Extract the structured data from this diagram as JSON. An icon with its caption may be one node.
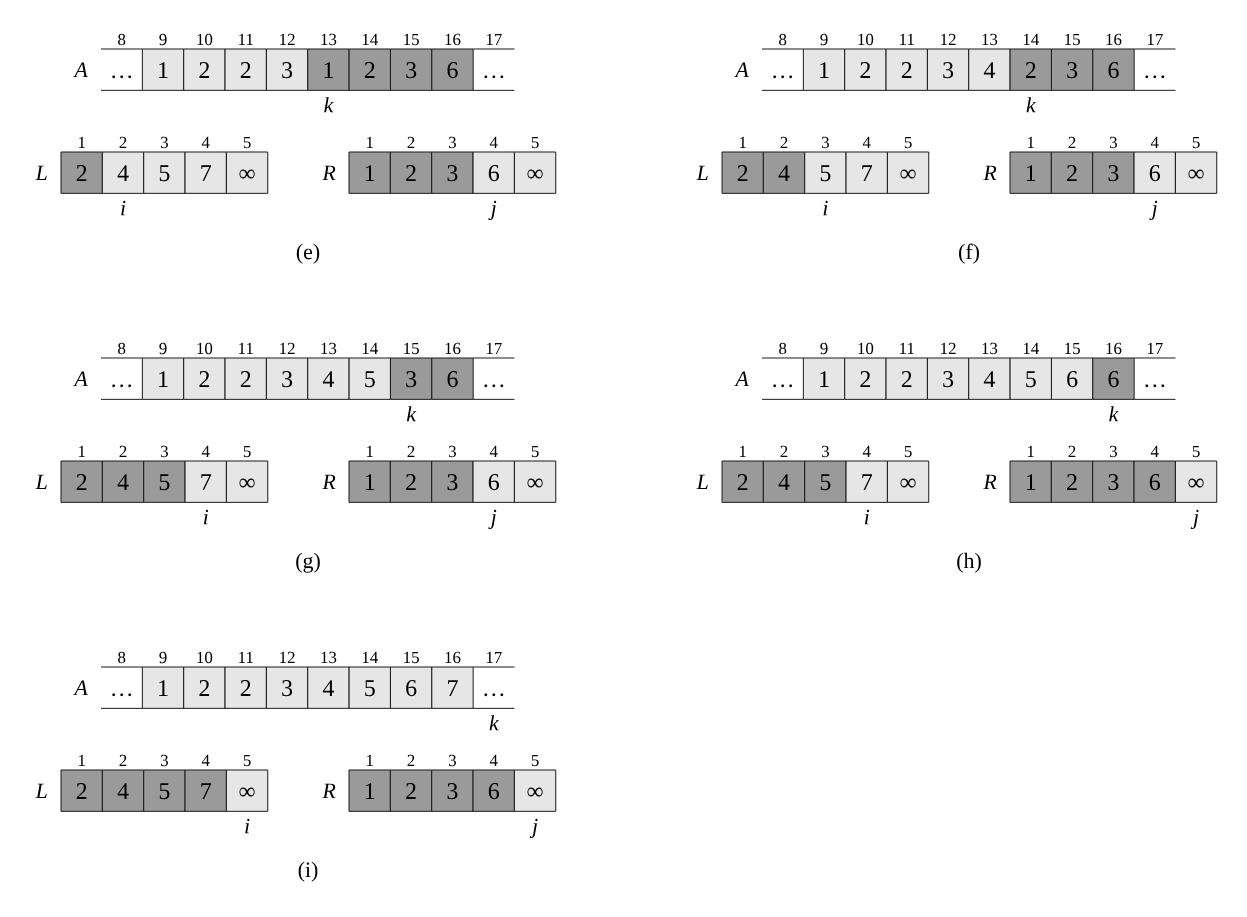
{
  "diagram": {
    "nodes": [
      {
        "text": [
          "…"
        ],
        "beside": [
          "8"
        ]
      },
      {
        "text": [
          "1"
        ],
        "beside": [
          "9"
        ]
      },
      {
        "text": [
          "2"
        ],
        "beside": [
          "10"
        ]
      },
      {
        "text": [
          "2"
        ],
        "beside": [
          "11"
        ]
      },
      {
        "text": [
          "3"
        ],
        "beside": [
          "12"
        ]
      },
      {
        "text": [
          "1"
        ],
        "beside": [
          "13",
          "k"
        ]
      },
      {
        "text": [
          "2"
        ],
        "beside": [
          "14"
        ]
      },
      {
        "text": [
          "3"
        ],
        "beside": [
          "15"
        ]
      },
      {
        "text": [
          "6"
        ],
        "beside": [
          "16"
        ]
      },
      {
        "text": [
          "…"
        ],
        "beside": [
          "17"
        ]
      },
      {
        "text": [
          "2"
        ],
        "beside": [
          "1"
        ]
      },
      {
        "text": [
          "4"
        ],
        "beside": [
          "2",
          "i"
        ]
      },
      {
        "text": [
          "5"
        ],
        "beside": [
          "3"
        ]
      },
      {
        "text": [
          "7"
        ],
        "beside": [
          "4"
        ]
      },
      {
        "text": [
          "∞"
        ],
        "beside": [
          "5"
        ]
      },
      {
        "text": [
          "1"
        ],
        "beside": [
          "1"
        ]
      },
      {
        "text": [
          "2"
        ],
        "beside": [
          "2"
        ]
      },
      {
        "text": [
          "3"
        ],
        "beside": [
          "3"
        ]
      },
      {
        "text": [
          "6"
        ],
        "beside": [
          "4",
          "j"
        ]
      },
      {
        "text": [
          "∞"
        ],
        "beside": [
          "5"
        ]
      },
      {
        "text": [
          "…"
        ],
        "beside": [
          "8"
        ]
      },
      {
        "text": [
          "1"
        ],
        "beside": [
          "9"
        ]
      },
      {
        "text": [
          "2"
        ],
        "beside": [
          "10"
        ]
      },
      {
        "text": [
          "2"
        ],
        "beside": [
          "11"
        ]
      },
      {
        "text": [
          "3"
        ],
        "beside": [
          "12"
        ]
      },
      {
        "text": [
          "4"
        ],
        "beside": [
          "13"
        ]
      },
      {
        "text": [
          "2"
        ],
        "beside": [
          "14",
          "k"
        ]
      },
      {
        "text": [
          "3"
        ],
        "beside": [
          "15"
        ]
      },
      {
        "text": [
          "6"
        ],
        "beside": [
          "16"
        ]
      },
      {
        "text": [
          "…"
        ],
        "beside": [
          "17"
        ]
      },
      {
        "text": [
          "2"
        ],
        "beside": [
          "1"
        ]
      },
      {
        "text": [
          "4"
        ],
        "beside": [
          "2"
        ]
      },
      {
        "text": [
          "5"
        ],
        "beside": [
          "3",
          "i"
        ]
      },
      {
        "text": [
          "7"
        ],
        "beside": [
          "4"
        ]
      },
      {
        "text": [
          "∞"
        ],
        "beside": [
          "5"
        ]
      },
      {
        "text": [
          "1"
        ],
        "beside": [
          "1"
        ]
      },
      {
        "text": [
          "2"
        ],
        "beside": [
          "2"
        ]
      },
      {
        "text": [
          "3"
        ],
        "beside": [
          "3"
        ]
      },
      {
        "text": [
          "6"
        ],
        "beside": [
          "4",
          "j"
        ]
      },
      {
        "text": [
          "∞"
        ],
        "beside": [
          "5"
        ]
      },
      {
        "text": [
          "…"
        ],
        "beside": [
          "8"
        ]
      },
      {
        "text": [
          "1"
        ],
        "beside": [
          "9"
        ]
      },
      {
        "text": [
          "2"
        ],
        "beside": [
          "10"
        ]
      },
      {
        "text": [
          "2"
        ],
        "beside": [
          "11"
        ]
      },
      {
        "text": [
          "3"
        ],
        "beside": [
          "12"
        ]
      },
      {
        "text": [
          "4"
        ],
        "beside": [
          "13"
        ]
      },
      {
        "text": [
          "5"
        ],
        "beside": [
          "14"
        ]
      },
      {
        "text": [
          "3"
        ],
        "beside": [
          "15",
          "k"
        ]
      },
      {
        "text": [
          "6"
        ],
        "beside": [
          "16"
        ]
      },
      {
        "text": [
          "…"
        ],
        "beside": [
          "17"
        ]
      },
      {
        "text": [
          "2"
        ],
        "beside": [
          "1"
        ]
      },
      {
        "text": [
          "4"
        ],
        "beside": [
          "2"
        ]
      },
      {
        "text": [
          "5"
        ],
        "beside": [
          "3"
        ]
      },
      {
        "text": [
          "7"
        ],
        "beside": [
          "4",
          "i"
        ]
      },
      {
        "text": [
          "∞"
        ],
        "beside": [
          "5"
        ]
      },
      {
        "text": [
          "1"
        ],
        "beside": [
          "1"
        ]
      },
      {
        "text": [
          "2"
        ],
        "beside": [
          "2"
        ]
      },
      {
        "text": [
          "3"
        ],
        "beside": [
          "3"
        ]
      },
      {
        "text": [
          "6"
        ],
        "beside": [
          "4",
          "j"
        ]
      },
      {
        "text": [
          "∞"
        ],
        "beside": [
          "5"
        ]
      },
      {
        "text": [
          "…"
        ],
        "beside": [
          "8"
        ]
      },
      {
        "text": [
          "1"
        ],
        "beside": [
          "9"
        ]
      },
      {
        "text": [
          "2"
        ],
        "beside": [
          "10"
        ]
      },
      {
        "text": [
          "2"
        ],
        "beside": [
          "11"
        ]
      },
      {
        "text": [
          "3"
        ],
        "beside": [
          "12"
        ]
      },
      {
        "text": [
          "4"
        ],
        "beside": [
          "13"
        ]
      },
      {
        "text": [
          "5"
        ],
        "beside": [
          "14"
        ]
      },
      {
        "text": [
          "6"
        ],
        "beside": [
          "15"
        ]
      },
      {
        "text": [
          "6"
        ],
        "beside": [
          "16",
          "k"
        ]
      },
      {
        "text": [
          "…"
        ],
        "beside": [
          "17"
        ]
      },
      {
        "text": [
          "2"
        ],
        "beside": [
          "1"
        ]
      },
      {
        "text": [
          "4"
        ],
        "beside": [
          "2"
        ]
      },
      {
        "text": [
          "5"
        ],
        "beside": [
          "3"
        ]
      },
      {
        "text": [
          "7"
        ],
        "beside": [
          "4",
          "i"
        ]
      },
      {
        "text": [
          "∞"
        ],
        "beside": [
          "5"
        ]
      },
      {
        "text": [
          "1"
        ],
        "beside": [
          "1"
        ]
      },
      {
        "text": [
          "2"
        ],
        "beside": [
          "2"
        ]
      },
      {
        "text": [
          "3"
        ],
        "beside": [
          "3"
        ]
      },
      {
        "text": [
          "6"
        ],
        "beside": [
          "4"
        ]
      },
      {
        "text": [
          "∞"
        ],
        "beside": [
          "5",
          "j"
        ]
      },
      {
        "text": [
          "…"
        ],
        "beside": [
          "8"
        ]
      },
      {
        "text": [
          "1"
        ],
        "beside": [
          "9"
        ]
      },
      {
        "text": [
          "2"
        ],
        "beside": [
          "10"
        ]
      },
      {
        "text": [
          "2"
        ],
        "beside": [
          "11"
        ]
      },
      {
        "text": [
          "3"
        ],
        "beside": [
          "12"
        ]
      },
      {
        "text": [
          "4"
        ],
        "beside": [
          "13"
        ]
      },
      {
        "text": [
          "5"
        ],
        "beside": [
          "14"
        ]
      },
      {
        "text": [
          "6"
        ],
        "beside": [
          "15"
        ]
      },
      {
        "text": [
          "7"
        ],
        "beside": [
          "16"
        ]
      },
      {
        "text": [
          "…"
        ],
        "beside": [
          "17",
          "k"
        ]
      },
      {
        "text": [
          "2"
        ],
        "beside": [
          "1"
        ]
      },
      {
        "text": [
          "4"
        ],
        "beside": [
          "2"
        ]
      },
      {
        "text": [
          "5"
        ],
        "beside": [
          "3"
        ]
      },
      {
        "text": [
          "7"
        ],
        "beside": [
          "4"
        ]
      },
      {
        "text": [
          "∞"
        ],
        "beside": [
          "5",
          "i"
        ]
      },
      {
        "text": [
          "1"
        ],
        "beside": [
          "1"
        ]
      },
      {
        "text": [
          "2"
        ],
        "beside": [
          "2"
        ]
      },
      {
        "text": [
          "3"
        ],
        "beside": [
          "3"
        ]
      },
      {
        "text": [
          "6"
        ],
        "beside": [
          "4"
        ]
      },
      {
        "text": [
          "∞"
        ],
        "beside": [
          "5",
          "j"
        ]
      }
    ],
    "labels": [
      "A",
      "L",
      "R",
      "(e)",
      "A",
      "L",
      "R",
      "(f)",
      "A",
      "L",
      "R",
      "(g)",
      "A",
      "L",
      "R",
      "(h)",
      "A",
      "L",
      "R",
      "(i)"
    ]
  }
}
